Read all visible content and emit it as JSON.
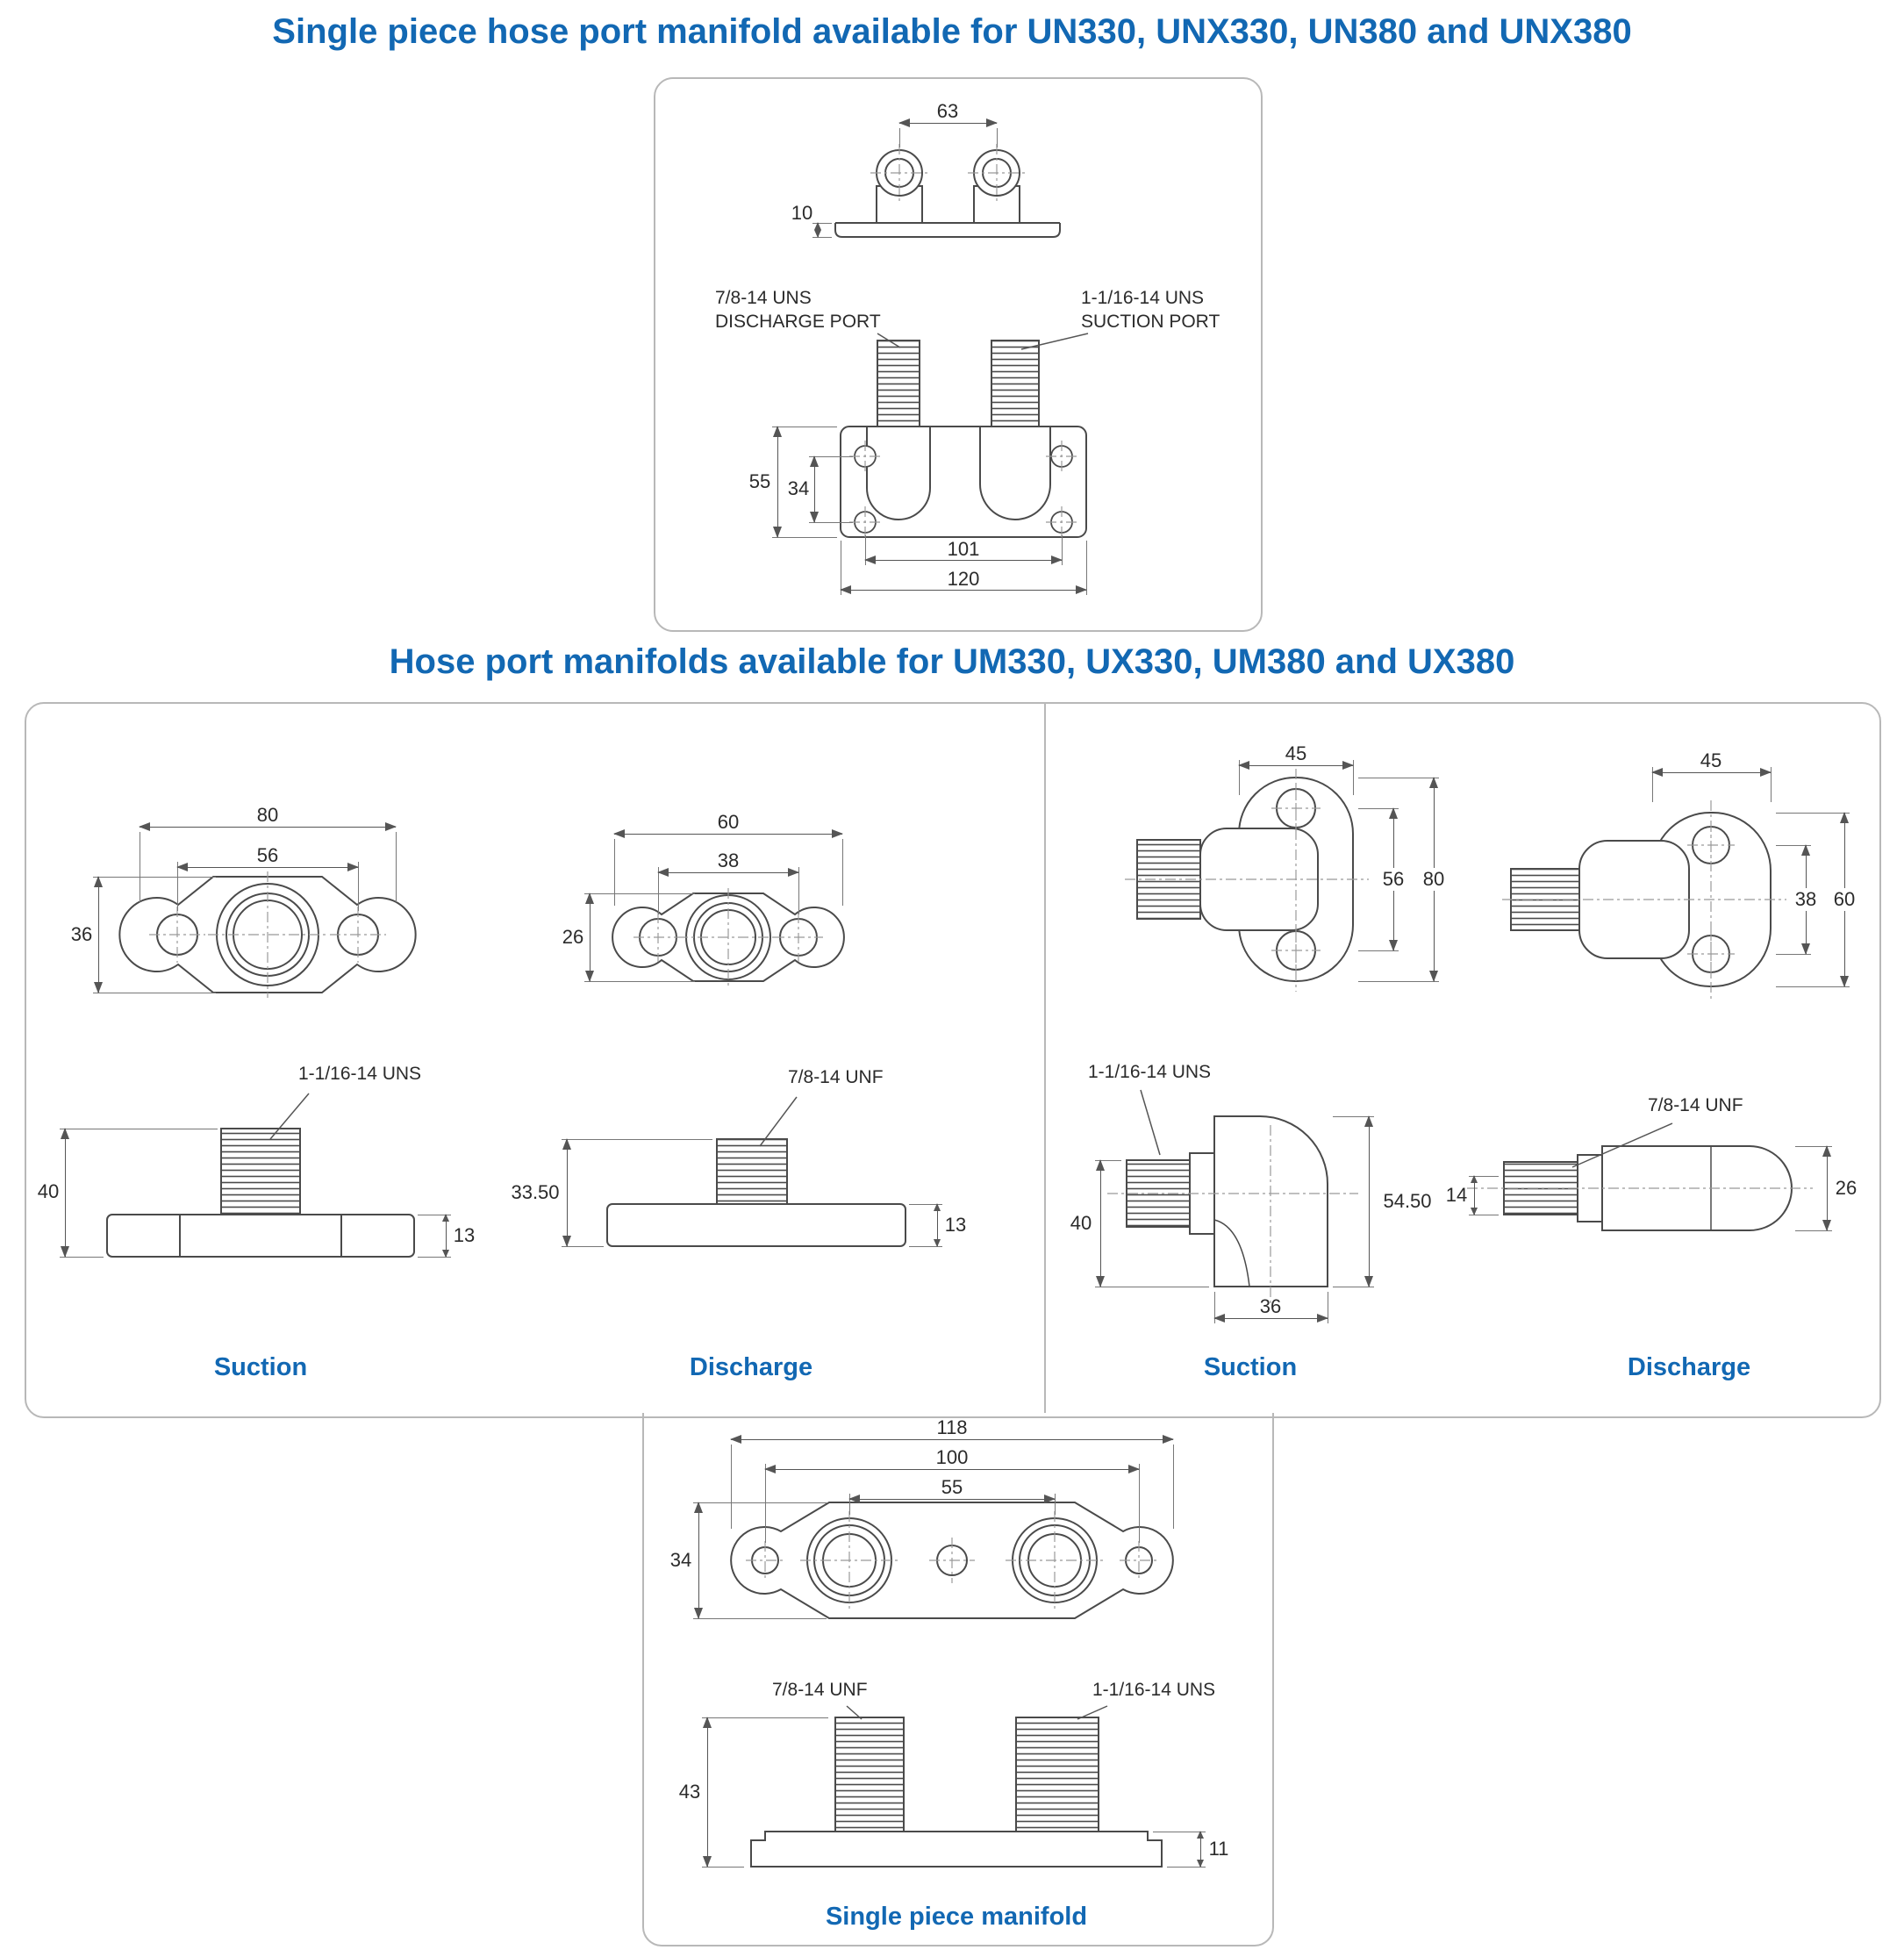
{
  "titles": {
    "single_piece_un": "Single piece hose port manifold available for UN330, UNX330, UN380 and UNX380",
    "hose_port_um": "Hose port manifolds available for UM330, UX330, UM380 and UX380"
  },
  "accent_color": "#1268b3",
  "un_manifold": {
    "side": {
      "port_spacing": "63",
      "flange_thickness": "10"
    },
    "front": {
      "discharge_thread": "7/8-14 UNS",
      "discharge_name": "DISCHARGE PORT",
      "suction_thread": "1-1/16-14 UNS",
      "suction_name": "SUCTION PORT",
      "flange_height": "55",
      "port_spacing_v": "34",
      "hole_spacing": "101",
      "flange_width": "120"
    }
  },
  "um_left": {
    "suction": {
      "caption": "Suction",
      "top_width": "80",
      "top_hole_spacing": "56",
      "top_height": "36",
      "side_height": "40",
      "side_base": "13",
      "thread": "1-1/16-14 UNS"
    },
    "discharge": {
      "caption": "Discharge",
      "top_width": "60",
      "top_hole_spacing": "38",
      "top_height": "26",
      "side_height": "33.50",
      "side_base": "13",
      "thread": "7/8-14 UNF"
    }
  },
  "um_right": {
    "suction": {
      "caption": "Suction",
      "front_width": "45",
      "front_hole_spacing": "56",
      "front_height": "80",
      "elbow_height": "40",
      "elbow_base": "36",
      "elbow_overall": "54.50",
      "thread": "1-1/16-14 UNS"
    },
    "discharge": {
      "caption": "Discharge",
      "front_width": "45",
      "front_hole_spacing": "38",
      "front_height": "60",
      "elbow_port": "14",
      "elbow_body": "26",
      "thread": "7/8-14 UNF"
    }
  },
  "single_manifold": {
    "caption": "Single piece manifold",
    "top_width": "118",
    "top_hole_spacing": "100",
    "top_port_spacing": "55",
    "top_height": "34",
    "front_height": "43",
    "front_base": "11",
    "left_thread": "7/8-14 UNF",
    "right_thread": "1-1/16-14 UNS"
  }
}
